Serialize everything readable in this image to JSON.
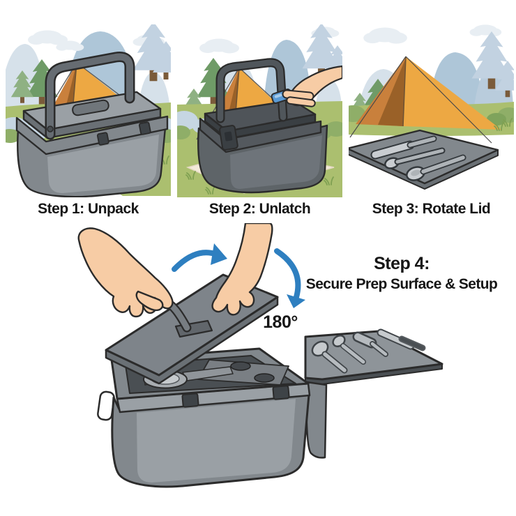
{
  "steps": [
    {
      "label": "Step 1: Unpack"
    },
    {
      "label": "Step 2: Unlatch"
    },
    {
      "label": "Step 3: Rotate Lid"
    }
  ],
  "step4": {
    "title": "Step 4:",
    "subtitle": "Secure Prep Surface & Setup",
    "rotation": "180°"
  },
  "colors": {
    "outline": "#2B2B2B",
    "text": "#161616",
    "arrow_blue": "#2E7FC0",
    "latch_blue": "#5B9BD5",
    "tent_main": "#EDA843",
    "tent_shade": "#C9803C",
    "tent_dark": "#9A6128",
    "tree_green": "#6F9B67",
    "tree_light": "#8FB183",
    "tree_far": "#C2D2E1",
    "bush_green": "#8FAE68",
    "bush_blue": "#C6D6E2",
    "grass": "#ABBF6F",
    "grass_dark": "#7FA052",
    "mountain_mid": "#AEC6D8",
    "mountain_mid2": "#B9CCDC",
    "mountain_far": "#D6E1EA",
    "cloud": "#E8EEF3",
    "mat": "#F3EAD9",
    "skin": "#F7CCA5",
    "box_light": "#9AA0A5",
    "box_mid": "#82888D",
    "box_dark": "#6A7075",
    "box_deep": "#4A4F53",
    "charcoal_lid": "#4F5459",
    "charcoal_body": "#5E6468"
  }
}
